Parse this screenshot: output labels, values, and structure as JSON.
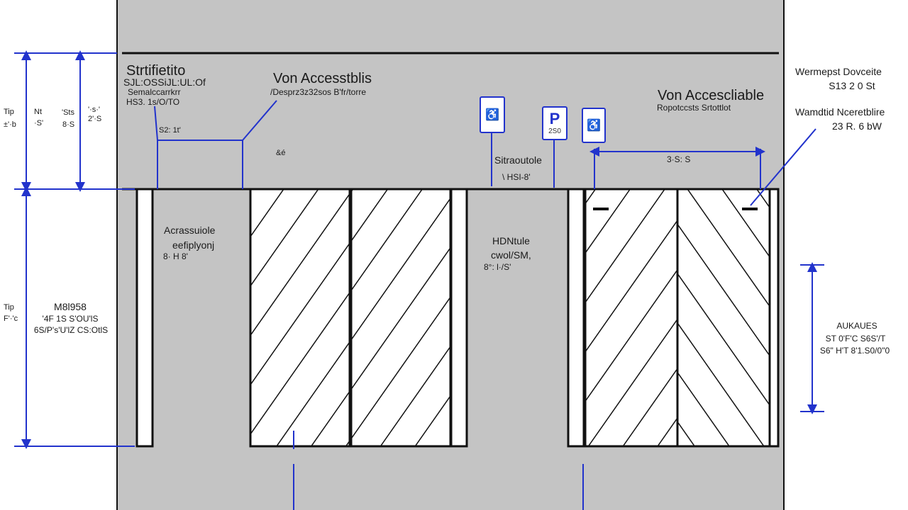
{
  "colors": {
    "background": "#ffffff",
    "paving": "#c4c4c4",
    "stall": "#ffffff",
    "ink": "#111111",
    "dimension": "#2233cc"
  },
  "labels": {
    "top_left_title": "Strtifietito",
    "top_left_sub1": "SJL:OSSiJL:UL:Of",
    "top_left_sub2": "Semalccarrkrr",
    "top_left_sub3": "HS3. 1s/O/TO",
    "top_left_dim": "S2: 1t'",
    "center_title": "Von Accesstblis",
    "center_sub": "/Desprz3z32sos  B'fr/torre",
    "center_small": "&é",
    "right_title": "Von Accescliable",
    "right_sub": "Ropotccsts Srtottlot",
    "far_right_title1": "Wermepst Dovceite",
    "far_right_sub1": "S13 2 0 St",
    "far_right_title2": "Wamdtid Nceretblire",
    "far_right_sub2": "23 R. 6 bW",
    "sign_dim_label": "Sitraoutole",
    "sign_dim_value": "\\ HSI-8'",
    "right_dim": "3·S: S",
    "left_dim_top_a": "Tip",
    "left_dim_top_b": "±'·b",
    "left_dim_top_c": "Nt",
    "left_dim_top_d": "·S'",
    "left_dim_top_e": "'Sts",
    "left_dim_top_f": "8·S",
    "left_dim_top_g": "'·s·'",
    "left_dim_top_h": "2'·S",
    "left_dim_bot_a": "Tip",
    "left_dim_bot_b": "F'·'c",
    "left_block_title": "M8l958",
    "left_block_sub1": "'4F 1S S'OU'lS",
    "left_block_sub2": "6S/P's'U'lZ CS:OtlS",
    "stall1_title": "Acrassuiole",
    "stall1_sub1": "eefiplyonj",
    "stall1_sub2": "8· H 8'",
    "center_bay_title": "HDNtule",
    "center_bay_sub1": "cwol/SM,",
    "center_bay_sub2": "8°: l·/S'",
    "right_block_title": "AUKAUES",
    "right_block_sub1": "ST 0'F'C S6S'/T",
    "right_block_sub2": "S6\" H'T 8'1.S0/0\"0"
  },
  "signs": [
    {
      "icon": "wheelchair-icon",
      "glyph": "♿",
      "caption": ""
    },
    {
      "icon": "parking-p-icon",
      "glyph": "P",
      "caption": "2S0"
    },
    {
      "icon": "wheelchair-icon",
      "glyph": "♿",
      "caption": ""
    }
  ]
}
